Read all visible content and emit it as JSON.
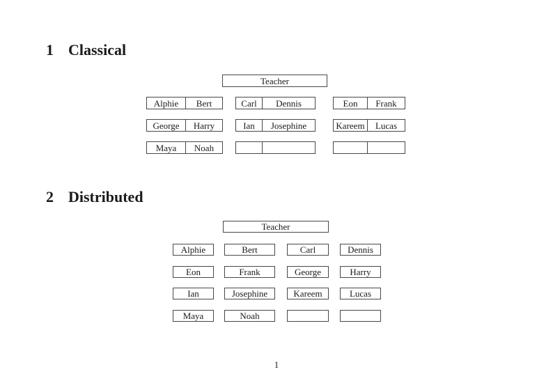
{
  "colors": {
    "background": "#ffffff",
    "text": "#1a1a1a",
    "line": "#474747"
  },
  "classical": {
    "heading_number": "1",
    "heading_title": "Classical",
    "teacher_label": "Teacher",
    "seats": [
      [
        "Alphie",
        "Bert"
      ],
      [
        "Carl",
        "Dennis"
      ],
      [
        "Eon",
        "Frank"
      ],
      [
        "George",
        "Harry"
      ],
      [
        "Ian",
        "Josephine"
      ],
      [
        "Kareem",
        "Lucas"
      ],
      [
        "Maya",
        "Noah"
      ],
      [
        "",
        ""
      ],
      [
        "",
        ""
      ]
    ]
  },
  "distributed": {
    "heading_number": "2",
    "heading_title": "Distributed",
    "teacher_label": "Teacher",
    "seats": [
      "Alphie",
      "Bert",
      "Carl",
      "Dennis",
      "Eon",
      "Frank",
      "George",
      "Harry",
      "Ian",
      "Josephine",
      "Kareem",
      "Lucas",
      "Maya",
      "Noah",
      "",
      ""
    ]
  },
  "footer": {
    "page_number": "1"
  }
}
